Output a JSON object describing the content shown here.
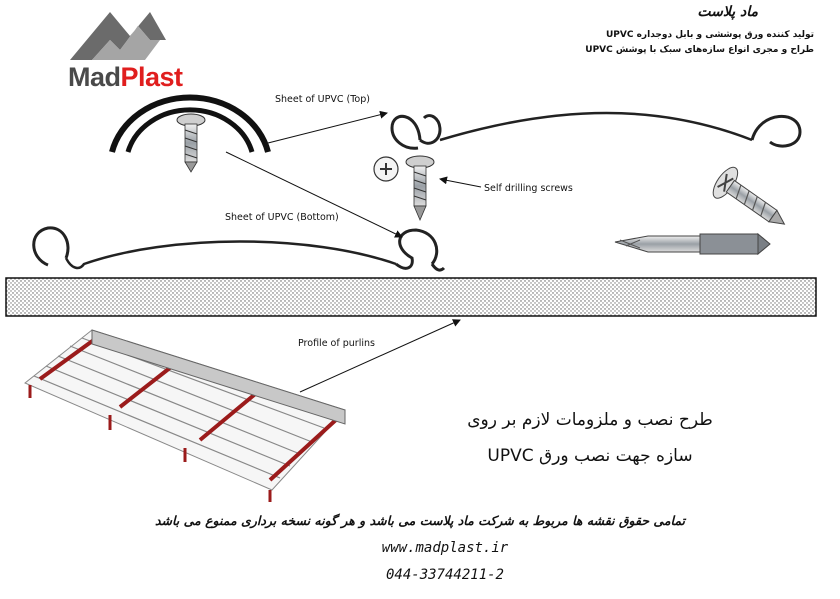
{
  "brand": {
    "name_part1": "Mad",
    "name_part2": "Plast"
  },
  "company": {
    "name_fa": "ماد پلاست",
    "line1": "تولید کننده ورق پوششی و بابل دوجداره UPVC",
    "line2": "طراح و مجری انواع سازه‌های سبک با پوشش UPVC"
  },
  "labels": {
    "sheet_top": "Sheet of UPVC (Top)",
    "sheet_bottom": "Sheet of UPVC (Bottom)",
    "screws": "Self drilling screws",
    "purlins": "Profile of purlins"
  },
  "title": {
    "line1": "طرح نصب و ملزومات لازم بر روی",
    "line2": "سازه جهت نصب ورق UPVC"
  },
  "footer": {
    "rights": "تمامی حقوق نقشه ها مربوط به شرکت ماد پلاست می باشد و هر گونه نسخه برداری ممنوع می باشد",
    "website": "www.madplast.ir",
    "phone": "044-33744211-2"
  },
  "colors": {
    "brand_red": "#e01e1e",
    "brand_gray": "#4a4a4a",
    "truss_red": "#9b1b1b"
  },
  "icons": [
    "madplast-logo-icon",
    "screw-icon",
    "screw-head-icon",
    "drill-bit-icon",
    "purlin-truss-icon"
  ]
}
